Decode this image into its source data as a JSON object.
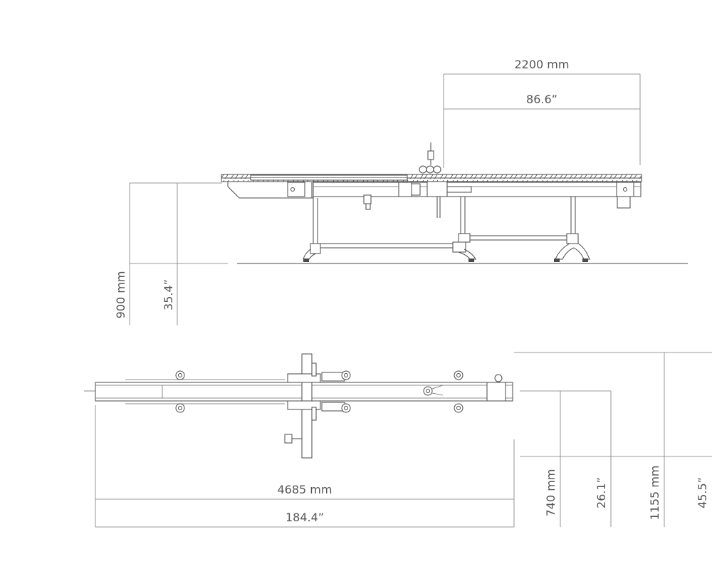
{
  "colors": {
    "line": "#4a4a4a",
    "label": "#555555",
    "background": "#ffffff"
  },
  "side_view": {
    "length_mm": "2200 mm",
    "length_in": "86.6”",
    "height_mm": "900 mm",
    "height_in": "35.4”"
  },
  "top_view": {
    "length_mm": "4685 mm",
    "length_in": "184.4”",
    "width_a_mm": "740 mm",
    "width_a_in": "26.1”",
    "width_b_mm": "1155 mm",
    "width_b_in": "45.5”"
  }
}
